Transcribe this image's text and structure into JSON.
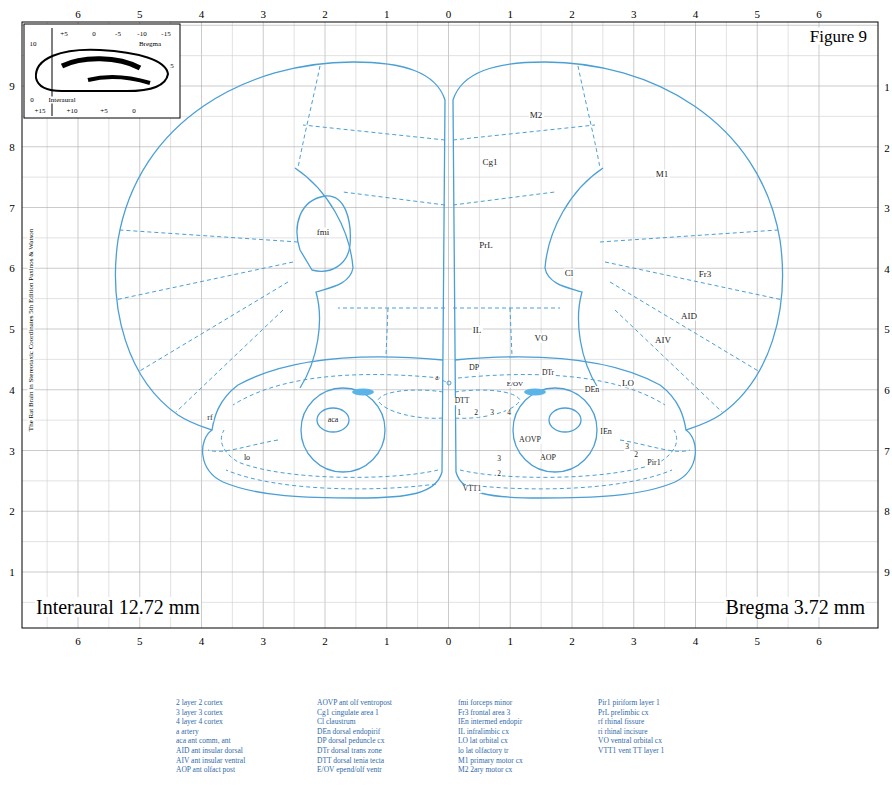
{
  "diagram": {
    "title": "Figure 9",
    "labels": [
      "6",
      "5",
      "4",
      "3",
      "2",
      "1",
      "0",
      "1",
      "2",
      "3",
      "4",
      "5",
      "6",
      "6",
      "5",
      "4",
      "3",
      "2",
      "1",
      "0",
      "1",
      "2",
      "3",
      "4",
      "5",
      "6",
      "9",
      "8",
      "7",
      "6",
      "5",
      "4",
      "3",
      "2",
      "1",
      "1",
      "2",
      "3",
      "4",
      "5",
      "6",
      "7",
      "8",
      "9",
      "Interaural 12.72 mm",
      "Bregma 3.72 mm",
      "The Rat Brain in Stereotaxic Coordinates 5th Edition Paxinos & Watson",
      "+5",
      "0",
      "-5",
      "-10",
      "-15",
      "Bregma",
      "10",
      "5",
      "0",
      "Interaural",
      "+15",
      "+10",
      "+5",
      "0",
      "M2",
      "Cg1",
      "M1",
      "fmi",
      "PrL",
      "Cl",
      "Fr3",
      "AID",
      "AIV",
      "IL",
      "VO",
      "LO",
      "DP",
      "a",
      "DTr",
      "E/OV",
      "DTT",
      "1",
      "2",
      "3",
      "4",
      "DEn",
      "rf",
      "aca",
      "AOVP",
      "IEn",
      "lo",
      "AOP",
      "3",
      "2",
      "Pir1",
      "3",
      "2",
      "VTT1",
      "2 layer 2 cortex",
      "3 layer 3 cortex",
      "4 layer 4 cortex",
      "a artery",
      "aca ant comm, ant",
      "AID ant insular dorsal",
      "AIV ant insular ventral",
      "AOP ant olfact post",
      "AOVP ant olf ventropost",
      "Cg1 cingulate area 1",
      "Cl claustrum",
      "DEn dorsal endopirif",
      "DP dorsal peduncle cx",
      "DTr dorsal trans zone",
      "DTT dorsal tenia tecta",
      "E/OV epend/olf ventr",
      "fmi forceps minor",
      "Fr3 frontal area 3",
      "IEn intermed endopir",
      "IL infralimbic cx",
      "LO lat orbital cx",
      "lo lat olfactory tr",
      "M1 primary motor cx",
      "M2 2ary motor cx",
      "Pir1 piriform layer 1",
      "PrL prelimbic cx",
      "rf rhinal fissure",
      "ri rhinal incisure",
      "VO ventral orbital cx",
      "VTT1 vent TT layer 1"
    ]
  }
}
